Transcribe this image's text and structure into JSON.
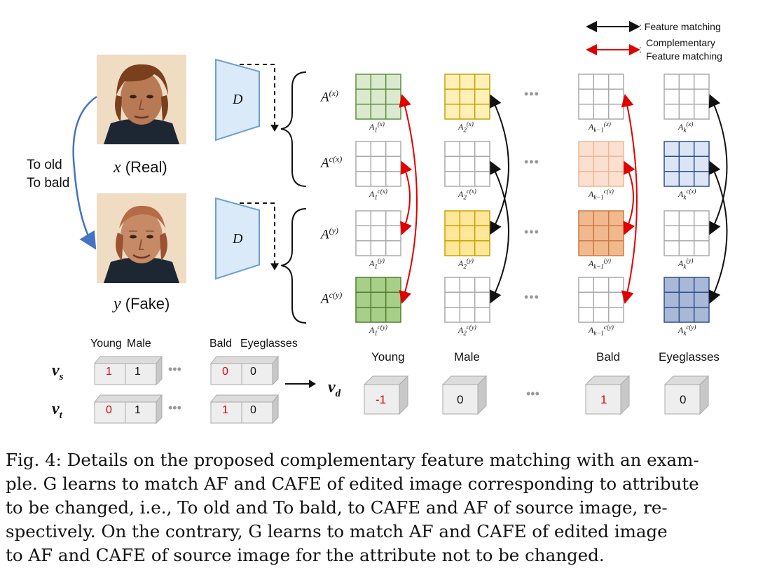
{
  "legend": {
    "feature_matching": ": Feature matching",
    "complementary_line1": "Complementary",
    "complementary_line2": "Feature matching",
    "complementary_colon": ":"
  },
  "images": {
    "real_label_var": "x",
    "real_label_text": " (Real)",
    "fake_label_var": "y",
    "fake_label_text": " (Fake)",
    "edit_line1": "To old",
    "edit_line2": "To bald"
  },
  "discriminator": {
    "label": "D"
  },
  "rows": [
    {
      "label": "A",
      "sup": "(x)"
    },
    {
      "label": "A",
      "sup": "c(x)"
    },
    {
      "label": "A",
      "sup": "(y)"
    },
    {
      "label": "A",
      "sup": "c(y)"
    }
  ],
  "grid_subs": {
    "k1": "1",
    "k2": "2",
    "km1": "k−1",
    "k": "k"
  },
  "colors": {
    "green_light": "#dbe9cf",
    "green_dark": "#a7cf8a",
    "green_border": "#5f8f3e",
    "yellow_light": "#fff0b8",
    "yellow_border": "#c9a100",
    "orange_light": "#fbe0cf",
    "orange_dark": "#f2b98f",
    "orange_border": "#d98a56",
    "blue_light": "#dbe5f6",
    "blue_dark": "#a8b8d6",
    "blue_border": "#2f4f8f",
    "arrow_black": "#111111",
    "arrow_red": "#e00000",
    "arrow_blue": "#4472c4",
    "disc_fill": "#dbeaf8",
    "disc_border": "#6ea0d0",
    "cube_face": "#eeeeee",
    "cube_side": "#c8c8c8"
  },
  "vectors": {
    "vs": {
      "name": "v",
      "sub": "s"
    },
    "vt": {
      "name": "v",
      "sub": "t"
    },
    "vd": {
      "name": "v",
      "sub": "d"
    },
    "headers": [
      "Young",
      "Male",
      "Bald",
      "Eyeglasses"
    ],
    "vs_values": [
      "1",
      "1",
      "0",
      "0"
    ],
    "vt_values": [
      "0",
      "1",
      "1",
      "0"
    ],
    "vd_headers": [
      "Young",
      "Male",
      "Bald",
      "Eyeglasses"
    ],
    "vd_values": [
      "-1",
      "0",
      "1",
      "0"
    ],
    "dots": "•••"
  },
  "caption": {
    "line1": "Fig. 4: Details on the proposed complementary feature matching with an exam-",
    "line2": "ple. G learns to match AF and CAFE of edited image corresponding to attribute",
    "line3": "to be changed, i.e., To old and To bald, to CAFE and AF of source image, re-",
    "line4": "spectively. On the contrary, G learns to match AF and CAFE of edited image",
    "line5": "to AF and CAFE of source image for the attribute not to be changed."
  }
}
